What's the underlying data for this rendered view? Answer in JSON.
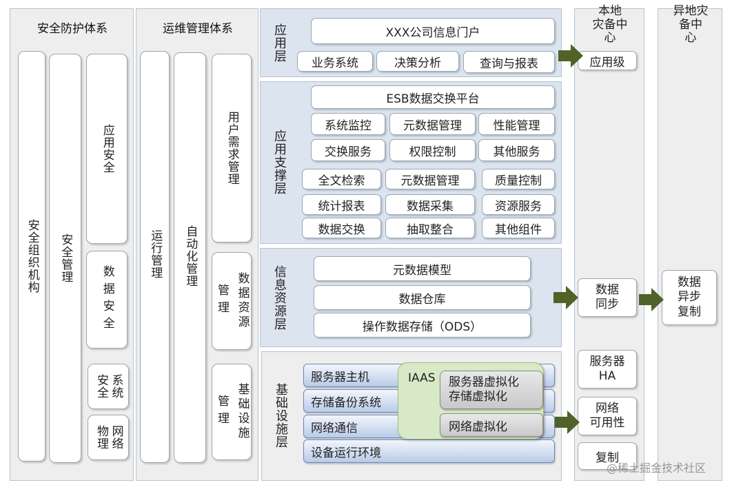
{
  "security": {
    "title": "安全防护体系",
    "org": "安全组织机构",
    "mgmt": "安全管理",
    "app_security": "应用安全",
    "data_security": "数据安全",
    "system_security": [
      "安全",
      "系统"
    ],
    "physical_network": [
      "物理",
      "网络"
    ]
  },
  "ops": {
    "title": "运维管理体系",
    "run_mgmt": "运行管理",
    "auto_mgmt": "自动化管理",
    "user_req": "用户需求管理",
    "data_res": [
      "管理",
      "数据资源"
    ],
    "infra": [
      "管理",
      "基础设施"
    ]
  },
  "app_layer": {
    "label": "应用层",
    "portal": "XXX公司信息门户",
    "items": [
      "业务系统",
      "决策分析",
      "查询与报表"
    ]
  },
  "support_layer": {
    "label": "应用支撑层",
    "esb": "ESB数据交换平台",
    "row1": [
      "系统监控",
      "元数据管理",
      "性能管理"
    ],
    "row2": [
      "交换服务",
      "权限控制",
      "其他服务"
    ],
    "row3": [
      "全文检索",
      "元数据管理",
      "质量控制"
    ],
    "row4": [
      "统计报表",
      "数据采集",
      "资源服务"
    ],
    "row5": [
      "数据交换",
      "抽取整合",
      "其他组件"
    ]
  },
  "info_layer": {
    "label": "信息资源层",
    "items": [
      "元数据模型",
      "数据仓库",
      "操作数据存储（ODS）"
    ]
  },
  "infra_layer": {
    "label": "基础设施层",
    "bars": [
      "服务器主机",
      "存储备份系统",
      "网络通信",
      "设备运行环境"
    ],
    "iaas": "IAAS",
    "virt1": [
      "服务器虚拟化",
      "存储虚拟化"
    ],
    "virt2": "网络虚拟化"
  },
  "local_dr": {
    "title": [
      "本地",
      "灾备中",
      "心"
    ],
    "app_level": "应用级",
    "data_sync": [
      "数据",
      "同步"
    ],
    "server_ha": [
      "服务器",
      "HA"
    ],
    "net_avail": [
      "网络",
      "可用性"
    ],
    "replicate": "复制"
  },
  "remote_dr": {
    "title": [
      "异地灾",
      "备中",
      "心"
    ],
    "async": [
      "数据",
      "异步",
      "复制"
    ]
  },
  "watermark": "@稀土掘金技术社区",
  "colors": {
    "arrow": "#4f6228",
    "panel_blue": "#dbe4ef",
    "panel_gray": "#eeeeee",
    "iaas": "#d7e9c6"
  }
}
